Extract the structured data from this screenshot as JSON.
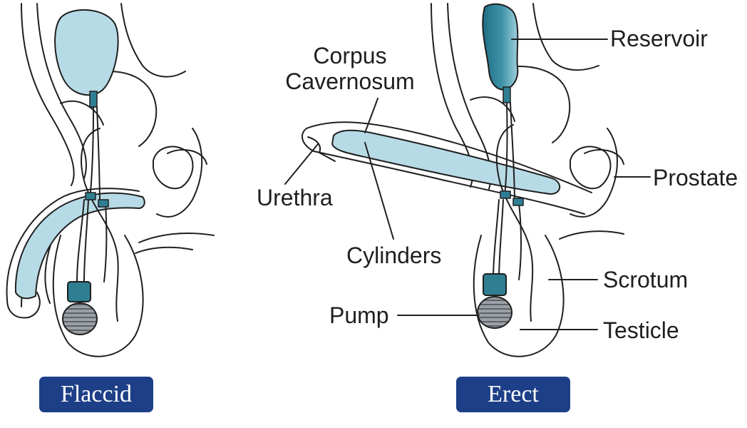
{
  "labels": {
    "corpus_line1": "Corpus",
    "corpus_line2": "Cavernosum",
    "reservoir": "Reservoir",
    "prostate": "Prostate",
    "urethra": "Urethra",
    "cylinders": "Cylinders",
    "scrotum": "Scrotum",
    "pump": "Pump",
    "testicle": "Testicle"
  },
  "badges": {
    "flaccid": "Flaccid",
    "erect": "Erect"
  },
  "colors": {
    "device_fill": "#b7dbe6",
    "device_dark": "#2f7f93",
    "badge_bg": "#1d3f87",
    "outline": "#1f1f1f",
    "pump_fill": "#8a8f94"
  }
}
